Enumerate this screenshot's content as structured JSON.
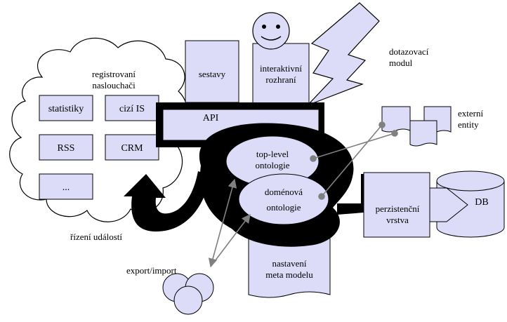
{
  "colors": {
    "fill": "#dcdcf8",
    "stroke": "#000000",
    "arrow": "#808080",
    "black": "#000000"
  },
  "cloud": {
    "title_line1": "registrovaní",
    "title_line2": "naslouchači",
    "footer": "řízení událostí",
    "boxes": [
      "statistiky",
      "cizí IS",
      "RSS",
      "CRM",
      "..."
    ]
  },
  "api": {
    "label": "API"
  },
  "sestavy": {
    "label": "sestavy"
  },
  "interactive": {
    "line1": "interaktivní",
    "line2": "rozhraní"
  },
  "query_module": {
    "line1": "dotazovací",
    "line2": "modul"
  },
  "external": {
    "line1": "externí",
    "line2": "entity"
  },
  "ontology": {
    "top_line1": "top-level",
    "top_line2": "ontologie",
    "domain_line1": "doménová",
    "domain_line2": "ontologie"
  },
  "persistence": {
    "line1": "perzistenční",
    "line2": "vrstva"
  },
  "db": {
    "label": "DB"
  },
  "meta": {
    "line1": "nastavení",
    "line2": "meta modelu"
  },
  "export": {
    "label": "export/import"
  },
  "icons": {
    "user": "smiley-face-icon",
    "lightning": "lightning-bolt-icon"
  }
}
